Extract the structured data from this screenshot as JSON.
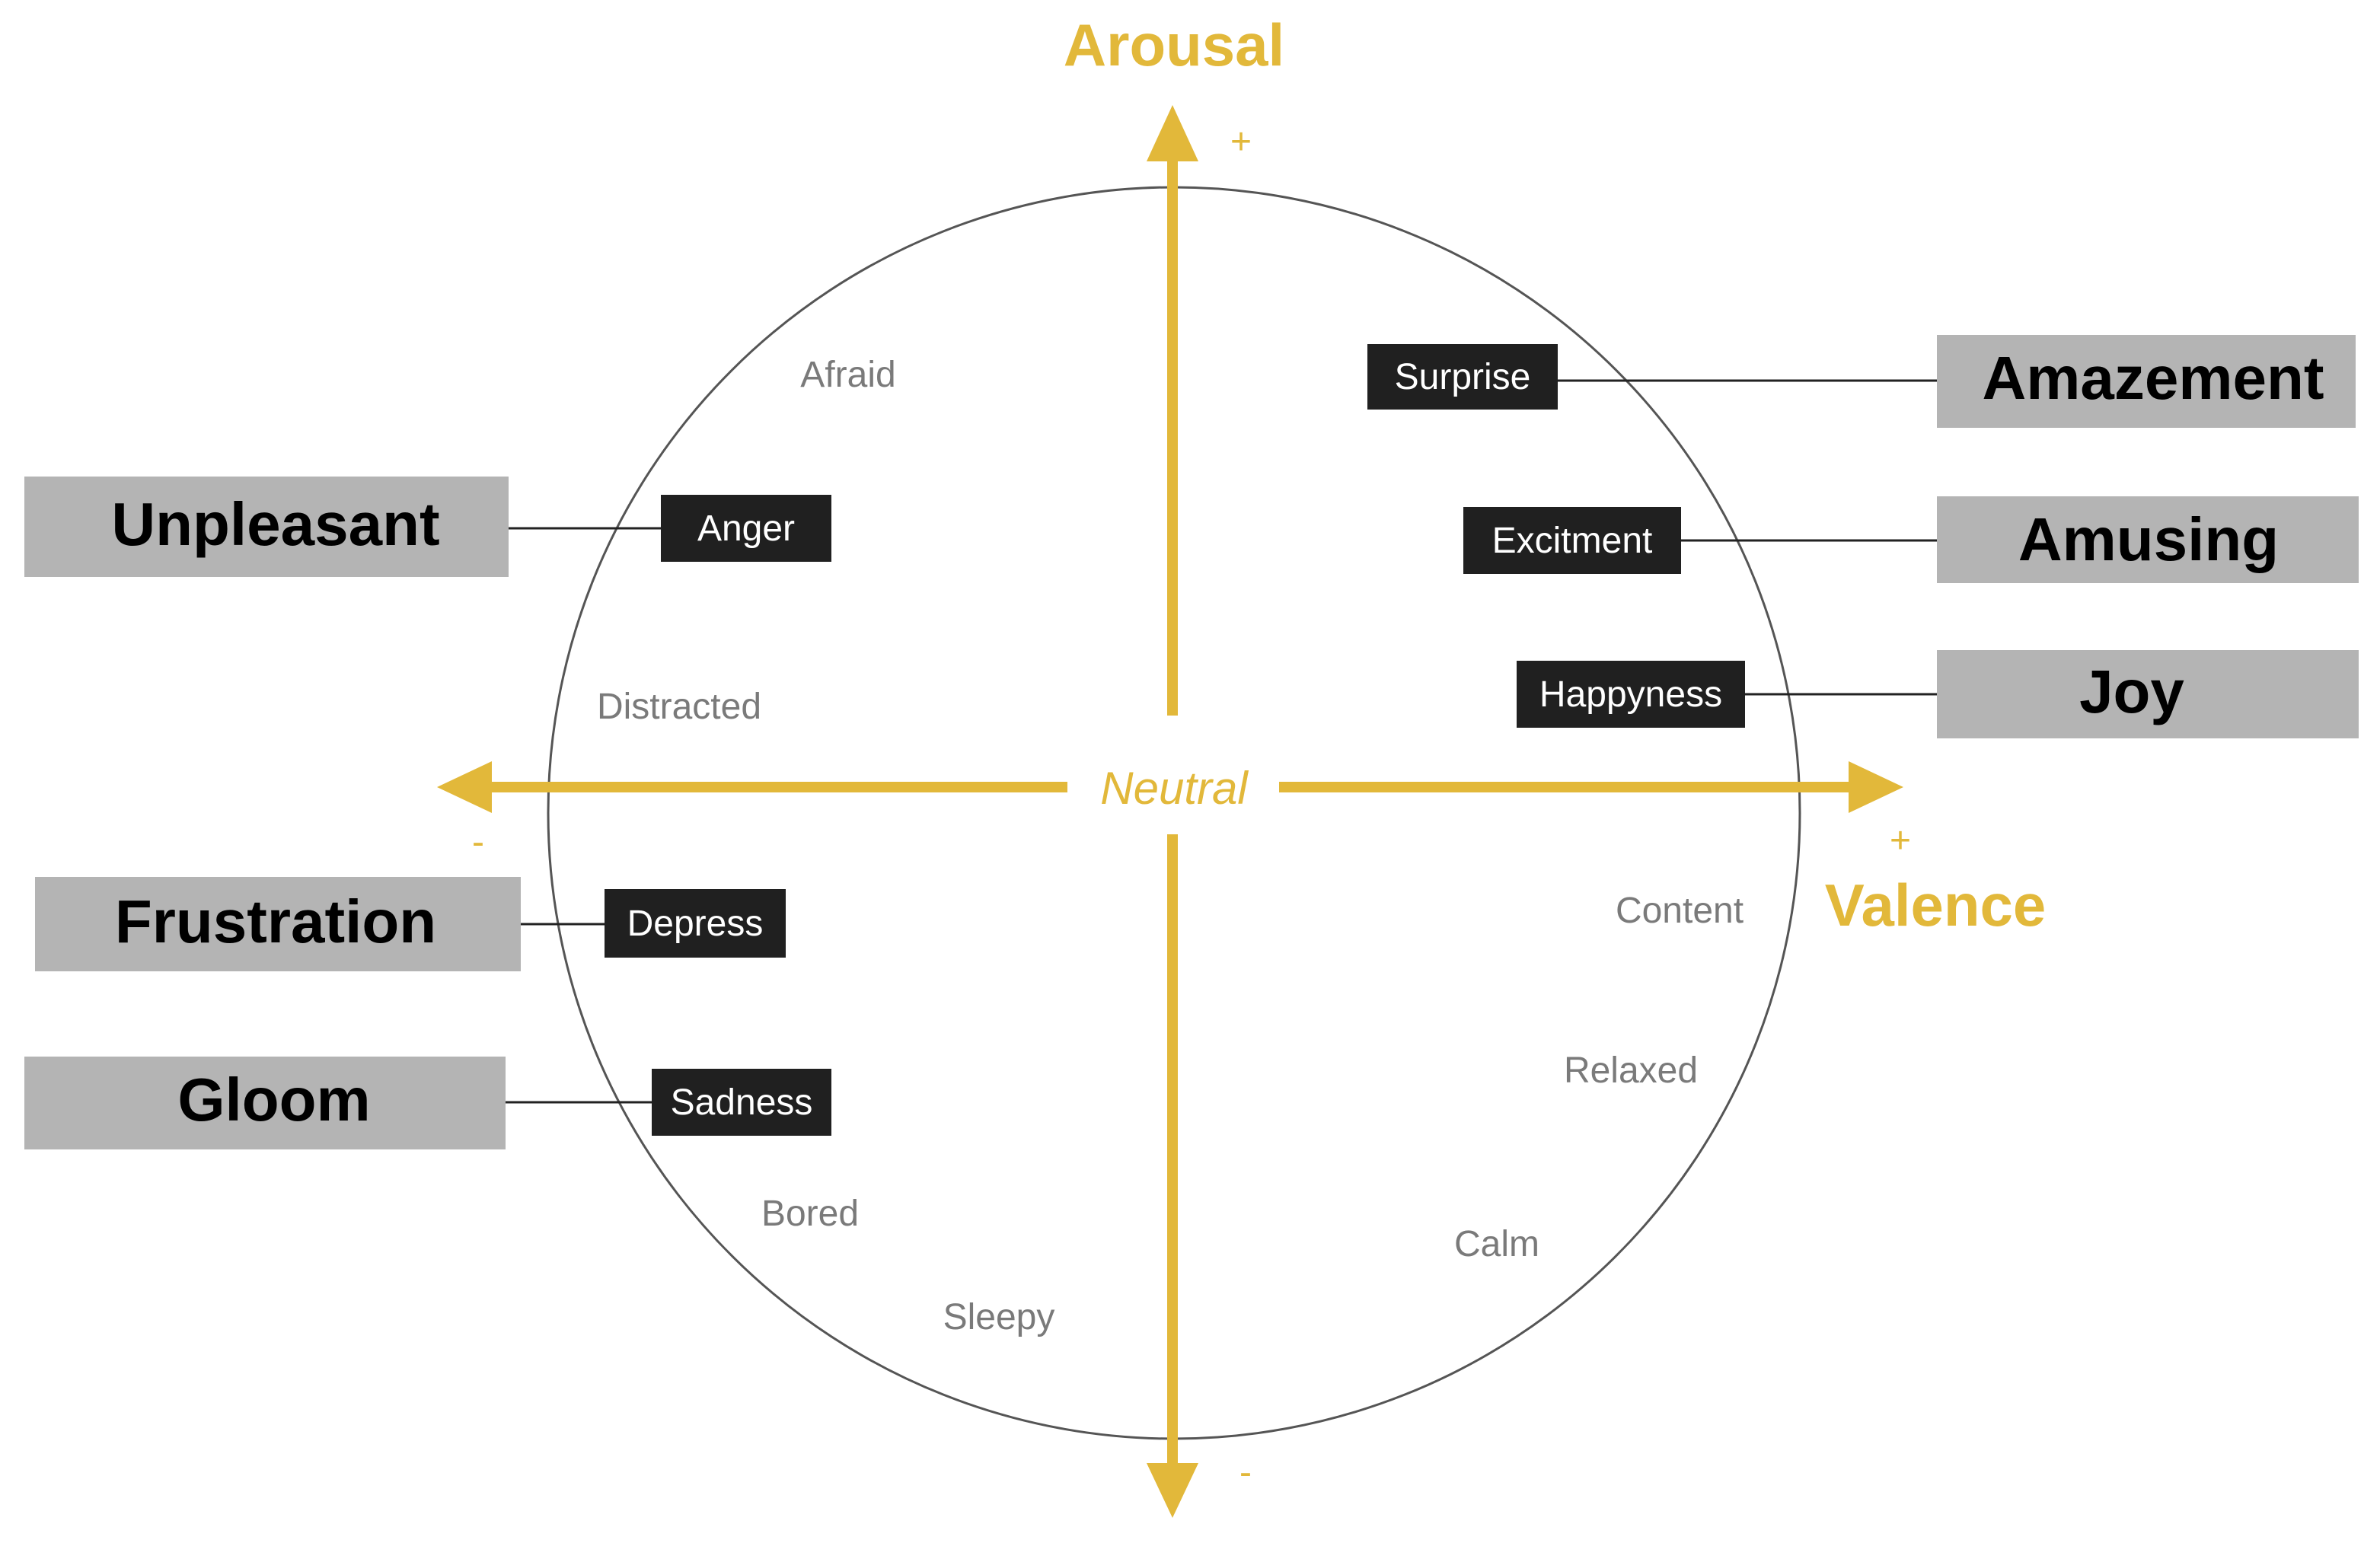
{
  "colors": {
    "accent": "#e2b83a",
    "black_box": "#202020",
    "grey_box": "#b4b4b4",
    "circle_stroke": "#555555",
    "grey_text": "#7a7a7a",
    "connector": "#222222"
  },
  "axes": {
    "arousal_label": "Arousal",
    "valence_label": "Valence",
    "neutral_label": "Neutral",
    "arousal_plus": "+",
    "arousal_minus": "-",
    "valence_plus": "+",
    "valence_minus": "-"
  },
  "grey_words": [
    "Afraid",
    "Distracted",
    "Content",
    "Relaxed",
    "Calm",
    "Bored",
    "Sleepy"
  ],
  "black_labels": [
    "Surprise",
    "Excitment",
    "Happyness",
    "Anger",
    "Depress",
    "Sadness"
  ],
  "grey_boxes": [
    "Amazement",
    "Amusing",
    "Joy",
    "Unpleasant",
    "Frustration",
    "Gloom"
  ]
}
